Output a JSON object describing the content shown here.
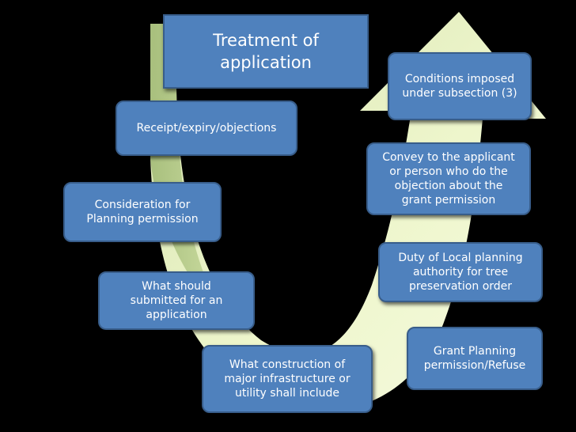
{
  "title": "Treatment of\napplication",
  "steps": {
    "receipt": "Receipt/expiry/objections",
    "consideration": "Consideration for\nPlanning permission",
    "submitted": "What should\nsubmitted for an\napplication",
    "construction": "What construction of\nmajor infrastructure or\nutility shall include",
    "grant": "Grant Planning\npermission/Refuse",
    "duty": "Duty of Local planning\nauthority for tree\npreservation order",
    "convey": "Convey to the applicant\nor person who do the\nobjection about the\ngrant permission",
    "conditions": "Conditions imposed\nunder subsection (3)"
  },
  "colors": {
    "background": "#000000",
    "box_fill": "#4f81bd",
    "box_border": "#385d8a",
    "arrow_light": "#f2f9d4",
    "arrow_dark": "#b9cf86"
  }
}
